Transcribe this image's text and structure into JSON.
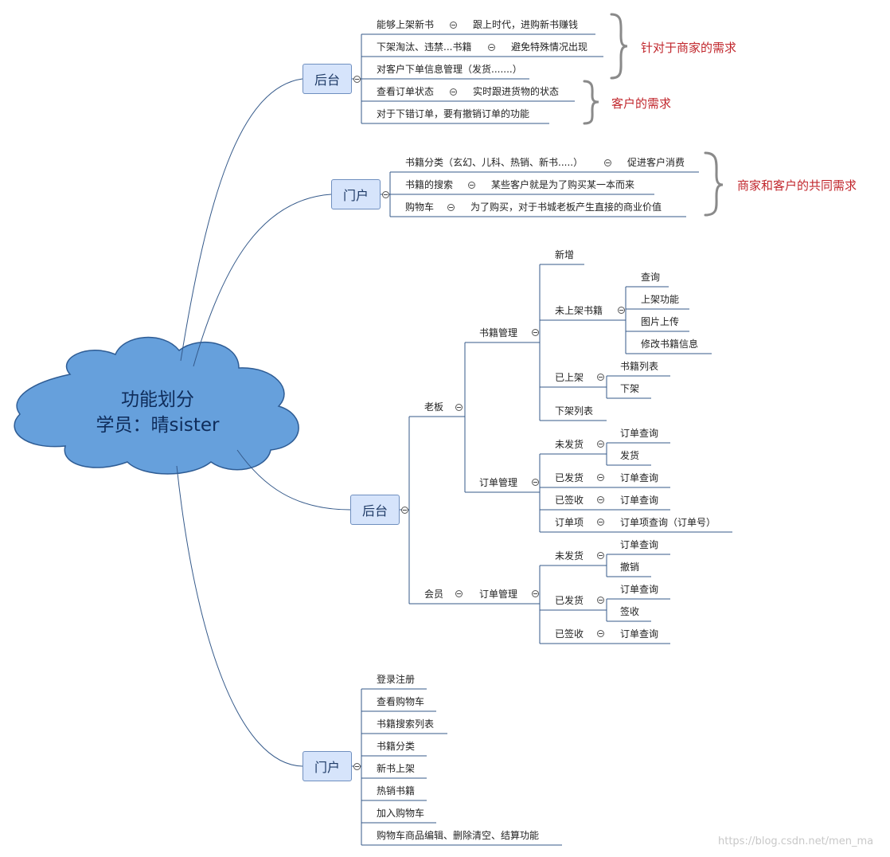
{
  "root": {
    "line1": "功能划分",
    "line2": "学员：晴sister"
  },
  "branch1": {
    "label": "后台",
    "items": [
      {
        "text": "能够上架新书",
        "detail": "跟上时代，进购新书赚钱"
      },
      {
        "text": "下架淘汰、违禁...书籍",
        "detail": "避免特殊情况出现"
      },
      {
        "text": "对客户下单信息管理（发货.......）"
      },
      {
        "text": "查看订单状态",
        "detail": "实时跟进货物的状态"
      },
      {
        "text": "对于下错订单，要有撤销订单的功能"
      }
    ],
    "note_merchant": "针对于商家的需求",
    "note_customer": "客户的需求"
  },
  "branch2": {
    "label": "门户",
    "items": [
      {
        "text": "书籍分类（玄幻、儿科、热销、新书.....）",
        "detail": "促进客户消费"
      },
      {
        "text": "书籍的搜索",
        "detail": "某些客户就是为了购买某一本而来"
      },
      {
        "text": "购物车",
        "detail": "为了购买，对于书城老板产生直接的商业价值"
      }
    ],
    "note_common": "商家和客户的共同需求"
  },
  "branch3": {
    "label": "后台",
    "boss": {
      "label": "老板",
      "book_mgmt": {
        "label": "书籍管理",
        "new": "新增",
        "unlisted": {
          "label": "未上架书籍",
          "children": [
            "查询",
            "上架功能",
            "图片上传",
            "修改书籍信息"
          ]
        },
        "listed": {
          "label": "已上架",
          "children": [
            "书籍列表",
            "下架"
          ]
        },
        "delisted": "下架列表"
      },
      "order_mgmt": {
        "label": "订单管理",
        "unshipped": {
          "label": "未发货",
          "children": [
            "订单查询",
            "发货"
          ]
        },
        "shipped": {
          "label": "已发货",
          "children": [
            "订单查询"
          ]
        },
        "signed": {
          "label": "已签收",
          "children": [
            "订单查询"
          ]
        },
        "items": {
          "label": "订单项",
          "children": [
            "订单项查询（订单号）"
          ]
        }
      }
    },
    "member": {
      "label": "会员",
      "order_mgmt": {
        "label": "订单管理",
        "unshipped": {
          "label": "未发货",
          "children": [
            "订单查询",
            "撤销"
          ]
        },
        "shipped": {
          "label": "已发货",
          "children": [
            "订单查询",
            "签收"
          ]
        },
        "signed": {
          "label": "已签收",
          "children": [
            "订单查询"
          ]
        }
      }
    }
  },
  "branch4": {
    "label": "门户",
    "items": [
      "登录注册",
      "查看购物车",
      "书籍搜索列表",
      "书籍分类",
      "新书上架",
      "热销书籍",
      "加入购物车",
      "购物车商品编辑、删除清空、结算功能"
    ]
  },
  "watermark": "https://blog.csdn.net/men_ma",
  "colors": {
    "cloud_fill": "#66a0dc",
    "cloud_stroke": "#2e5c94",
    "box_fill": "#d6e4fb",
    "line": "#34598a",
    "note": "#c1272d"
  }
}
